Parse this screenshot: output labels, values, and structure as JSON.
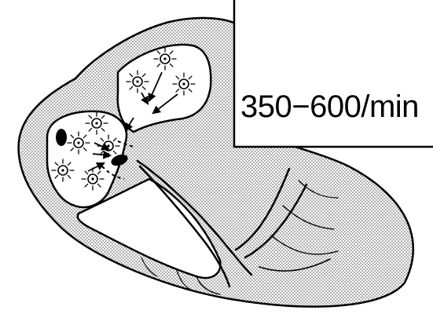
{
  "diagram": {
    "rate_label": "350−600/min",
    "colors": {
      "outline": "#000000",
      "stipple": "#6e6e6e",
      "chamber_fill": "#ffffff"
    },
    "icons": {
      "impulse_focus": "radiating-circle",
      "conduction_arrow": "arrow"
    }
  }
}
